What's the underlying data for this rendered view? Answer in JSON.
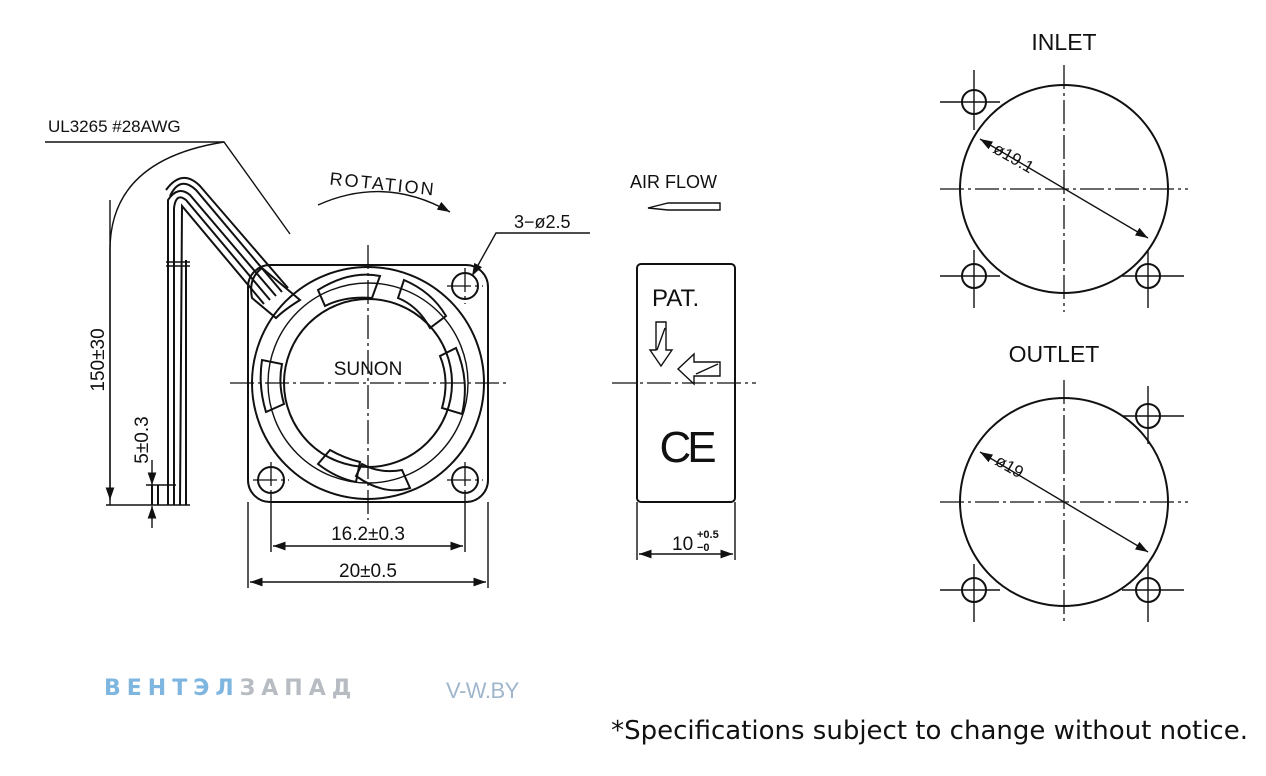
{
  "labels": {
    "wire": "UL3265  #28AWG",
    "rotation": "ROTATION",
    "airflow": "AIR FLOW",
    "holes": "3−ø2.5",
    "brand_on_fan": "SUNON",
    "wire_length": "150±30",
    "strip_length": "5±0.3",
    "hole_pitch": "16.2±0.3",
    "frame_size": "20±0.5",
    "thickness_base": "10",
    "thickness_tol_plus": "+0.5",
    "thickness_tol_minus": "−0",
    "pat": "PAT.",
    "ce": "CE",
    "inlet": "INLET",
    "inlet_dia": "ø19.1",
    "outlet": "OUTLET",
    "outlet_dia": "ø19"
  },
  "footer": {
    "brand_part1": "ВЕНТЭЛ",
    "brand_part2": "ЗАПАД",
    "site": "V-W.BY",
    "note": "*Specifications subject to change without notice."
  }
}
